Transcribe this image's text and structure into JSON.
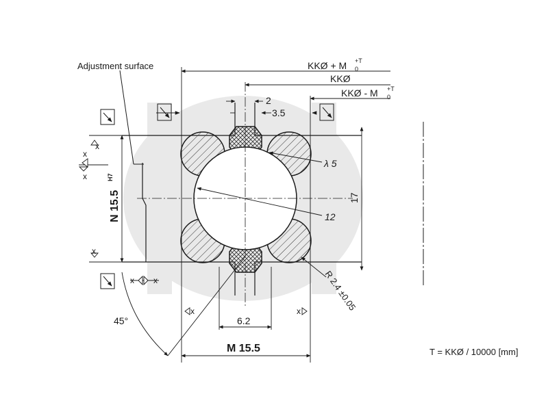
{
  "labels": {
    "adjustment_surface": "Adjustment surface",
    "kk_plus": "KKØ + M",
    "kk_plus_sup": "+T",
    "kk_plus_sub": "0",
    "kk": "KKØ",
    "kk_minus": "KKØ - M",
    "kk_minus_sup": "+T",
    "kk_minus_sub": "0",
    "dim_2": "2",
    "dim_3_5": "3.5",
    "lambda_5": "λ 5",
    "dim_17": "17",
    "dim_12": "12",
    "n_main": "N 15.5",
    "n_sup": "H7",
    "radius": "R 2.4 ±0.05",
    "angle": "45°",
    "dim_6_2": "6.2",
    "m_main": "M 15.5",
    "formula": "T = KKØ / 10000 [mm]",
    "x": "x"
  }
}
